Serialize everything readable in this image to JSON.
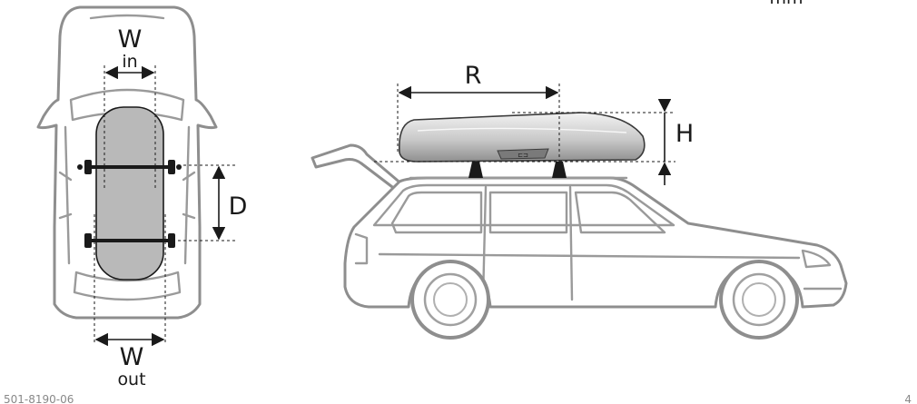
{
  "labels": {
    "w_in_top": "W",
    "w_in_bottom": "in",
    "w_out_top": "W",
    "w_out_bottom": "out",
    "d": "D",
    "r": "R",
    "h": "H",
    "unit": "mm"
  },
  "footer": {
    "code": "501-8190-06",
    "page": "4"
  },
  "colors": {
    "box": "#b9b9b9",
    "car_outline": "#8e8e8e",
    "ink": "#1a1a1a"
  }
}
